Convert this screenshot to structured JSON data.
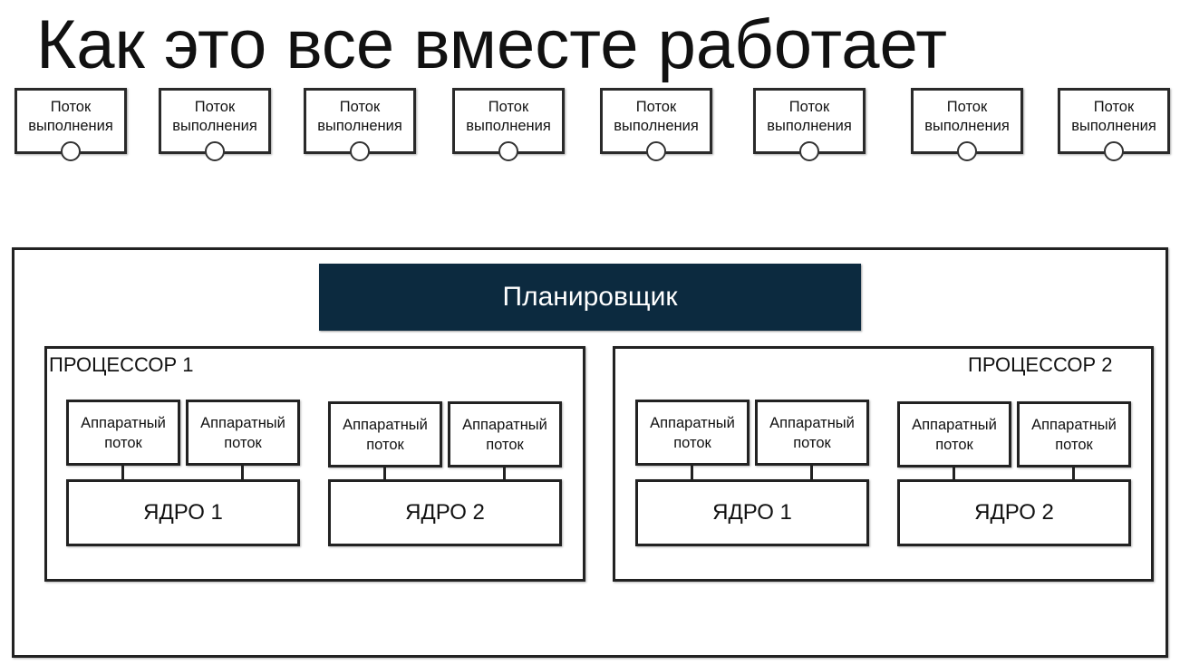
{
  "title": "Как это все вместе работает",
  "thread_label_line1": "Поток",
  "thread_label_line2": "выполнения",
  "scheduler_label": "Планировщик",
  "processor1_label": "ПРОЦЕССОР 1",
  "processor2_label": "ПРОЦЕССОР 2",
  "hw_label_line1": "Аппаратный",
  "hw_label_line2": "поток",
  "core1_label": "ЯДРО 1",
  "core2_label": "ЯДРО 2"
}
